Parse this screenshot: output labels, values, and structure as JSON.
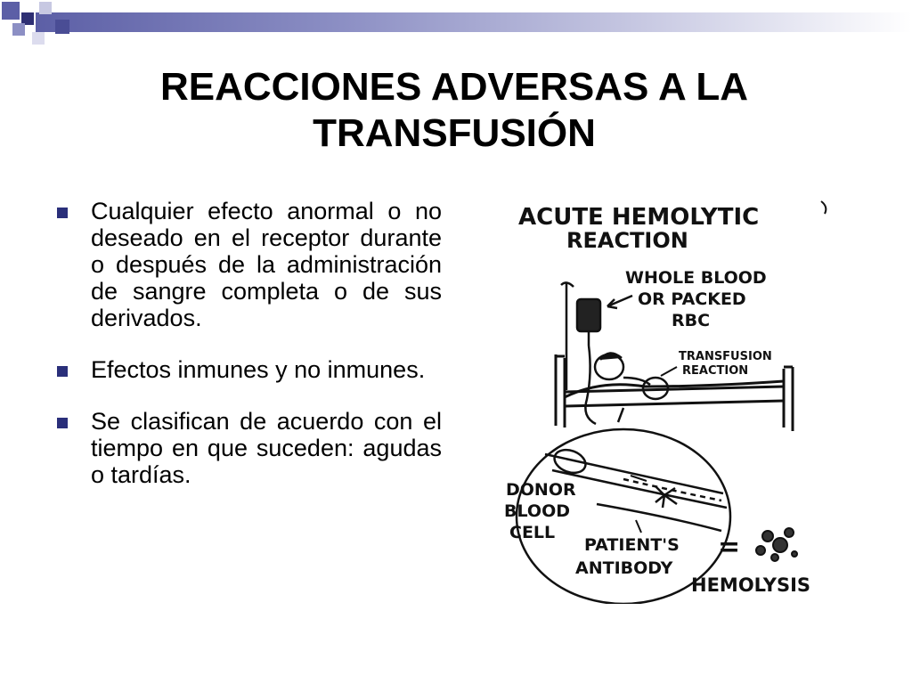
{
  "slide": {
    "title_line1": "REACCIONES ADVERSAS A LA",
    "title_line2": "TRANSFUSIÓN",
    "accent_color": "#2a2f7a",
    "bullets": [
      {
        "text": "Cualquier efecto anormal o no deseado en el receptor durante o después de la administración de sangre completa o de sus derivados."
      },
      {
        "text": "Efectos inmunes y no inmunes."
      },
      {
        "text": "Se clasifican de acuerdo con el tiempo en que suceden: agudas o tardías."
      }
    ]
  },
  "illustration": {
    "heading_line1": "ACUTE HEMOLYTIC",
    "heading_line2": "REACTION",
    "label_blood_1": "WHOLE BLOOD",
    "label_blood_2": "OR PACKED",
    "label_blood_3": "RBC",
    "label_transfusion_1": "TRANSFUSION",
    "label_transfusion_2": "REACTION",
    "label_donor_1": "DONOR",
    "label_donor_2": "BLOOD",
    "label_donor_3": "CELL",
    "label_patient_1": "PATIENT'S",
    "label_patient_2": "ANTIBODY",
    "label_equals": "=",
    "label_hemolysis": "HEMOLYSIS"
  }
}
